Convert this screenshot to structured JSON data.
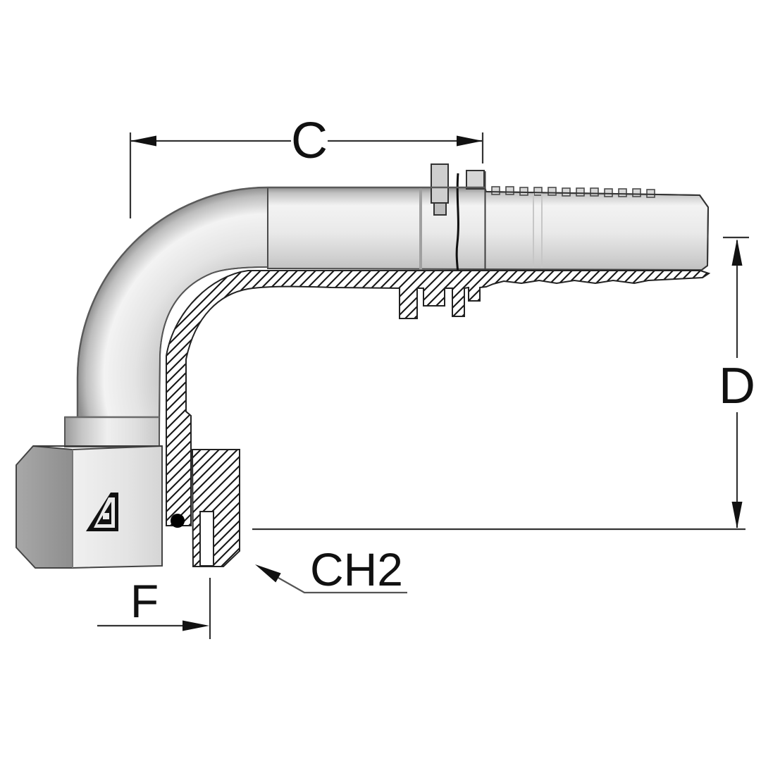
{
  "drawing": {
    "description": "Cross-section technical drawing of a 90-degree elbow swivel female hydraulic hose fitting with hose tail",
    "labels": {
      "c": "C",
      "d": "D",
      "f": "F",
      "ch2": "CH2"
    },
    "colors": {
      "background": "#ffffff",
      "outline": "#2a2a2a",
      "dimension_line": "#333333",
      "body_bright": "#f3f3f3",
      "body_mid": "#d6d6d6",
      "body_dark": "#8f8f8f",
      "hex_dark_facet": "#9b9b9b",
      "hatch_line": "#161616",
      "o_ring": "#000000"
    }
  }
}
